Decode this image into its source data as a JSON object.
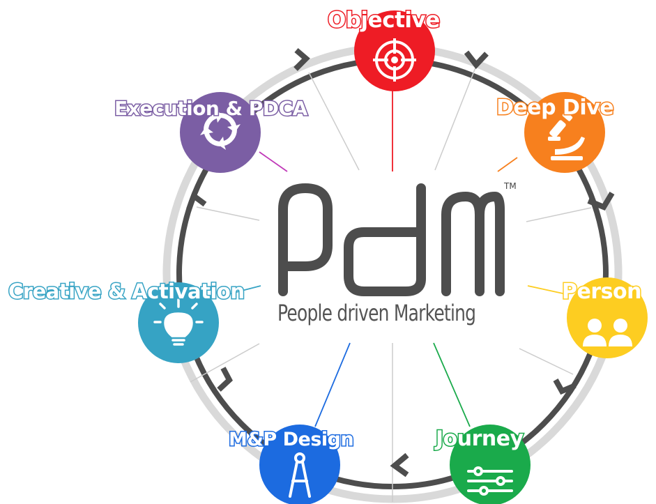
{
  "logo": {
    "wordmark": "PdM",
    "trademark": "TM",
    "tagline": "People driven Marketing"
  },
  "stages": [
    {
      "id": "objective",
      "label": "Objective",
      "color": "#ee1c25",
      "icon": "target-icon"
    },
    {
      "id": "deep-dive",
      "label": "Deep Dive",
      "color": "#f7801e",
      "icon": "microscope-icon"
    },
    {
      "id": "person",
      "label": "Person",
      "color": "#fdcd21",
      "icon": "people-icon"
    },
    {
      "id": "journey",
      "label": "Journey",
      "color": "#1aaa4b",
      "icon": "sliders-icon"
    },
    {
      "id": "mp-design",
      "label": "M&P Design",
      "color": "#1c6be0",
      "icon": "compass-icon"
    },
    {
      "id": "creative-activation",
      "label": "Creative & Activation",
      "color": "#36a3c4",
      "icon": "lightbulb-icon"
    },
    {
      "id": "execution-pdca",
      "label": "Execution & PDCA",
      "color": "#7b5ea4",
      "icon": "cycle-arrows-icon"
    }
  ]
}
